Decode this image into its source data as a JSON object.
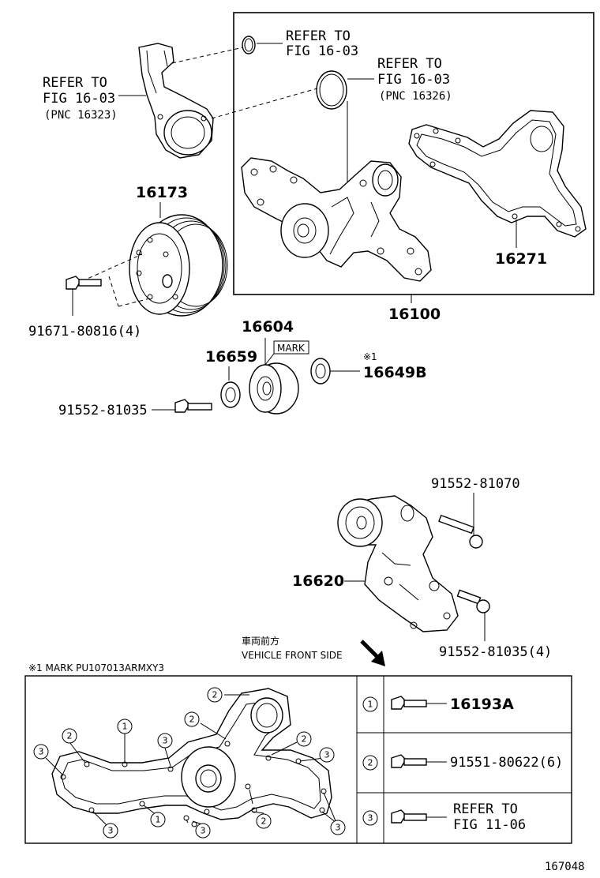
{
  "refs": {
    "oring_small": [
      "REFER TO",
      "FIG 16-03"
    ],
    "oring_large": [
      "REFER TO",
      "FIG 16-03",
      "(PNC 16326)"
    ],
    "inlet": [
      "REFER TO",
      "FIG 16-03",
      "(PNC 16323)"
    ]
  },
  "parts": {
    "p16173": "16173",
    "p16271": "16271",
    "p16100": "16100",
    "p91671": "91671-80816(4)",
    "p16604": "16604",
    "p16659": "16659",
    "mark": "MARK",
    "note1": "※1",
    "p16649B": "16649B",
    "p91552a": "91552-81035",
    "p91552b": "91552-81070",
    "p16620": "16620",
    "p91552c": "91552-81035(4)"
  },
  "front": {
    "jp": "車両前方",
    "en": "VEHICLE FRONT SIDE"
  },
  "mark_note": "※1 MARK PU107013ARMXY3",
  "legend": [
    {
      "num": "1",
      "label": "16193A"
    },
    {
      "num": "2",
      "label": "91551-80622(6)"
    },
    {
      "num": "3",
      "label": [
        "REFER TO",
        "FIG 11-06"
      ]
    }
  ],
  "callouts": [
    "1",
    "2",
    "3"
  ],
  "figure_id": "167048"
}
